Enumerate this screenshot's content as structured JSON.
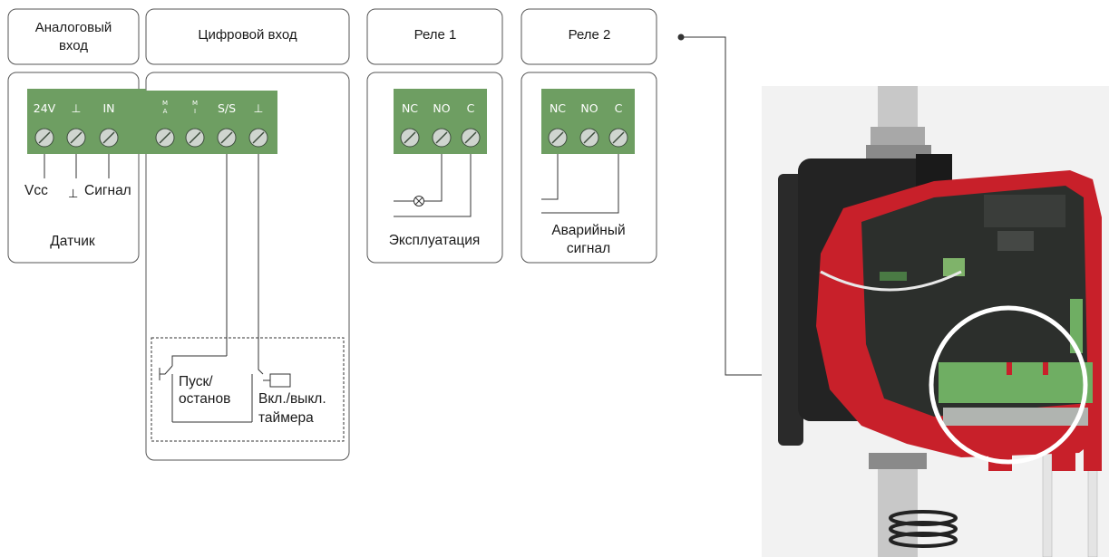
{
  "headers": {
    "analog_input": [
      "Аналоговый",
      "вход"
    ],
    "digital_input": "Цифровой вход",
    "relay1": "Реле 1",
    "relay2": "Реле 2"
  },
  "terminals": {
    "analog": [
      "24V",
      "⊥",
      "IN"
    ],
    "digital_ma_top": "M",
    "digital_ma_bottom": "A",
    "digital_mi_top": "M",
    "digital_mi_bottom": "I",
    "digital_ss": "S/S",
    "digital_gnd": "⊥",
    "relay1": [
      "NC",
      "NO",
      "C"
    ],
    "relay2": [
      "NC",
      "NO",
      "C"
    ]
  },
  "labels": {
    "vcc": "Vcc",
    "gnd_symbol": "⊥",
    "signal": "Сигнал",
    "sensor": "Датчик",
    "start_stop": [
      "Пуск/",
      "останов"
    ],
    "timer": [
      "Вкл./выкл.",
      "таймера"
    ],
    "operation": "Эксплуатация",
    "alarm": [
      "Аварийный",
      "сигнал"
    ]
  },
  "colors": {
    "terminal_green": "#6e9e62",
    "pump_red": "#c8202a",
    "pump_dark": "#222222"
  }
}
